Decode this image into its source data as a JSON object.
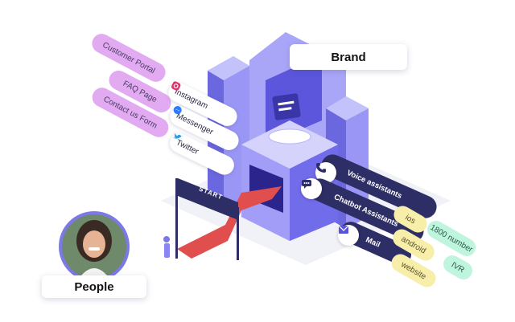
{
  "brand_card": {
    "label": "Brand"
  },
  "people_card": {
    "label": "People"
  },
  "start_banner": {
    "label": "START"
  },
  "web_touchpoints": [
    "Customer Portal",
    "FAQ Page",
    "Contact us Form"
  ],
  "social_channels": [
    {
      "label": "Instagram",
      "icon": "instagram-icon"
    },
    {
      "label": "Messenger",
      "icon": "messenger-icon"
    },
    {
      "label": "Twitter",
      "icon": "twitter-icon"
    }
  ],
  "service_channels": [
    {
      "label": "Voice assistants",
      "icon": "phone-icon"
    },
    {
      "label": "Chatbot Assistants",
      "icon": "chat-icon"
    },
    {
      "label": "Mail",
      "icon": "mail-icon"
    }
  ],
  "platforms": [
    "ios",
    "android",
    "website"
  ],
  "phone_lines": [
    "1800 number",
    "IVR"
  ],
  "colors": {
    "building": "#8b86f2",
    "building_dark": "#5a55d8",
    "building_light": "#c4c2fb",
    "carpet": "#e04e4e",
    "navy": "#2e2e66",
    "pink": "#e2aaf1",
    "yellow": "#f7eeaa",
    "mint": "#bff5de",
    "avatar_ring": "#7b78e8"
  }
}
